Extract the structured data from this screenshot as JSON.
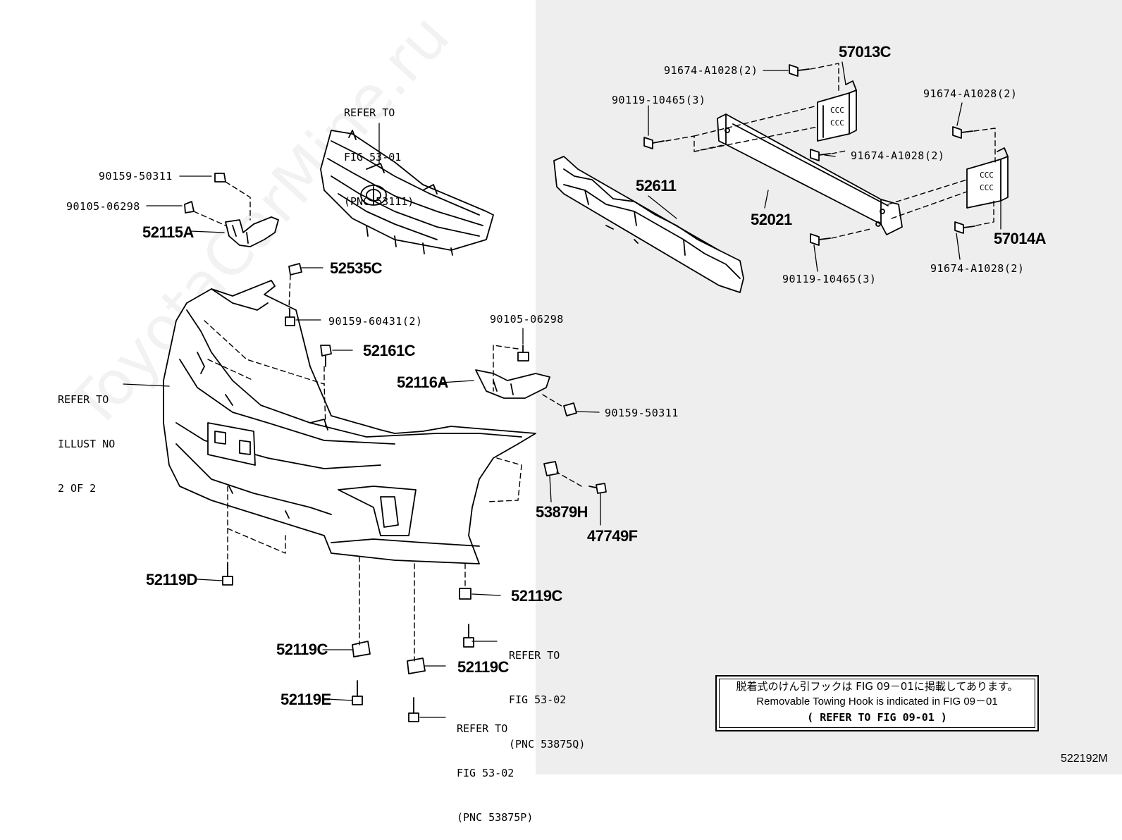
{
  "watermark": "ToyotaCarMine.ru",
  "figure_id": "522192M",
  "note": {
    "jp": "脱着式のけん引フックは FIG 09－01に掲載してあります。",
    "en": "Removable Towing Hook is indicated in FIG 09－01",
    "ref": "( REFER TO FIG 09-01 )"
  },
  "refer_notes": {
    "grille": [
      "REFER TO",
      "FIG 53-01",
      "(PNC 53111)"
    ],
    "illust": [
      "REFER TO",
      "ILLUST NO",
      "2 OF 2"
    ],
    "fig_53_02_q": [
      "REFER TO",
      "FIG 53-02",
      "(PNC 53875Q)"
    ],
    "fig_53_02_p": [
      "REFER TO",
      "FIG 53-02",
      "(PNC 53875P)"
    ]
  },
  "labels": {
    "p57013C": "57013C",
    "p91674_top": "91674-A1028(2)",
    "p90119_top": "90119-10465(3)",
    "p91674_right": "91674-A1028(2)",
    "p91674_mid": "91674-A1028(2)",
    "p52611": "52611",
    "p52021": "52021",
    "p57014A": "57014A",
    "p90119_bottom": "90119-10465(3)",
    "p91674_bottom": "91674-A1028(2)",
    "p90159_50311_left": "90159-50311",
    "p90105_06298_left": "90105-06298",
    "p52115A": "52115A",
    "p52535C": "52535C",
    "p90159_60431": "90159-60431(2)",
    "p52161C": "52161C",
    "p90105_06298_right": "90105-06298",
    "p52116A": "52116A",
    "p90159_50311_right": "90159-50311",
    "p53879H": "53879H",
    "p47749F": "47749F",
    "p52119D": "52119D",
    "p52119C_a": "52119C",
    "p52119C_b": "52119C",
    "p52119C_c": "52119C",
    "p52119E": "52119E"
  }
}
